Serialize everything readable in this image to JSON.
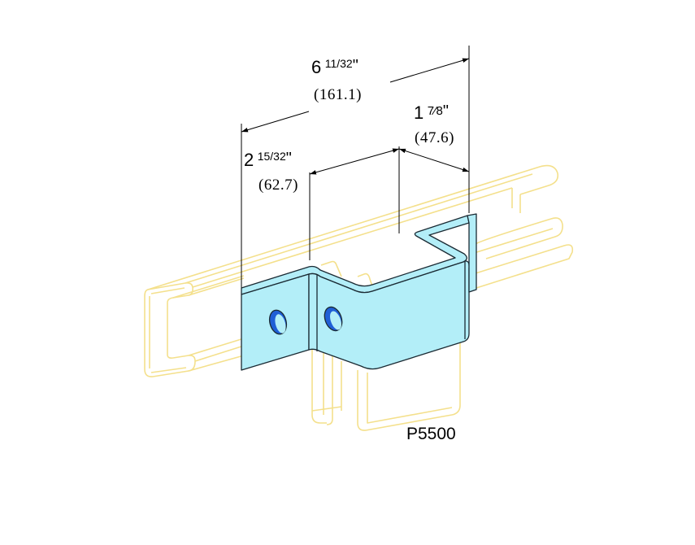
{
  "drawing": {
    "part_number": "P5500",
    "dimensions": [
      {
        "id": "overall",
        "whole": "6",
        "fraction": "11/32",
        "unit": "\"",
        "metric": "(161.1)"
      },
      {
        "id": "left",
        "whole": "2",
        "fraction": "15/32",
        "unit": "\"",
        "metric": "(62.7)"
      },
      {
        "id": "right",
        "whole": "1",
        "fraction": "7⁄8",
        "unit": "\"",
        "metric": "(47.6)"
      }
    ],
    "colors": {
      "bracket_fill": "#b3eef8",
      "bracket_stroke": "#1a2a33",
      "channel_stroke": "#f4e08c",
      "hole_fill": "#1f5fd6",
      "dimension_line": "#000000"
    }
  }
}
